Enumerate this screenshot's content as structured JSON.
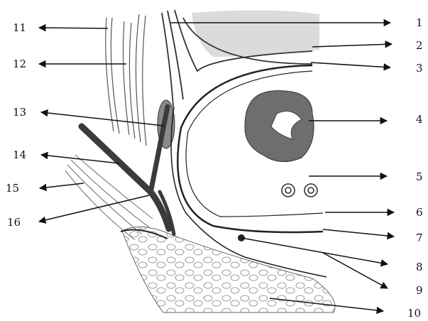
{
  "labels": [
    "1",
    "2",
    "3",
    "4",
    "5",
    "6",
    "7",
    "8",
    "9",
    "10",
    "11",
    "12",
    "13",
    "14",
    "15",
    "16"
  ],
  "palette": {
    "ink": "#1a1a1a",
    "shade": "#bdbdbd",
    "dark": "#3b3b3b"
  }
}
